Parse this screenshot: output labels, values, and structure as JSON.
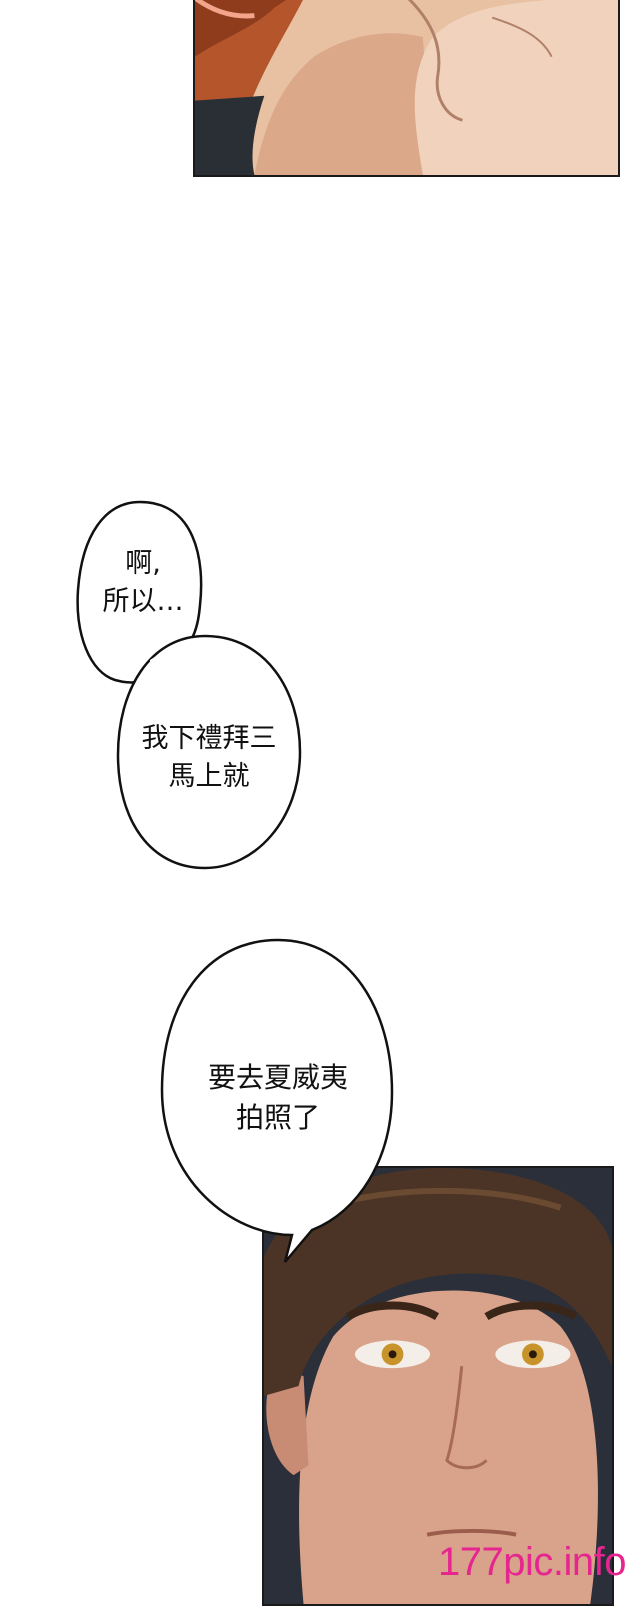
{
  "bubbles": {
    "b1": "啊,\n所以…",
    "b2": "我下禮拜三\n馬上就",
    "b3": "要去夏威夷\n拍照了"
  },
  "watermark": "177pic.info"
}
